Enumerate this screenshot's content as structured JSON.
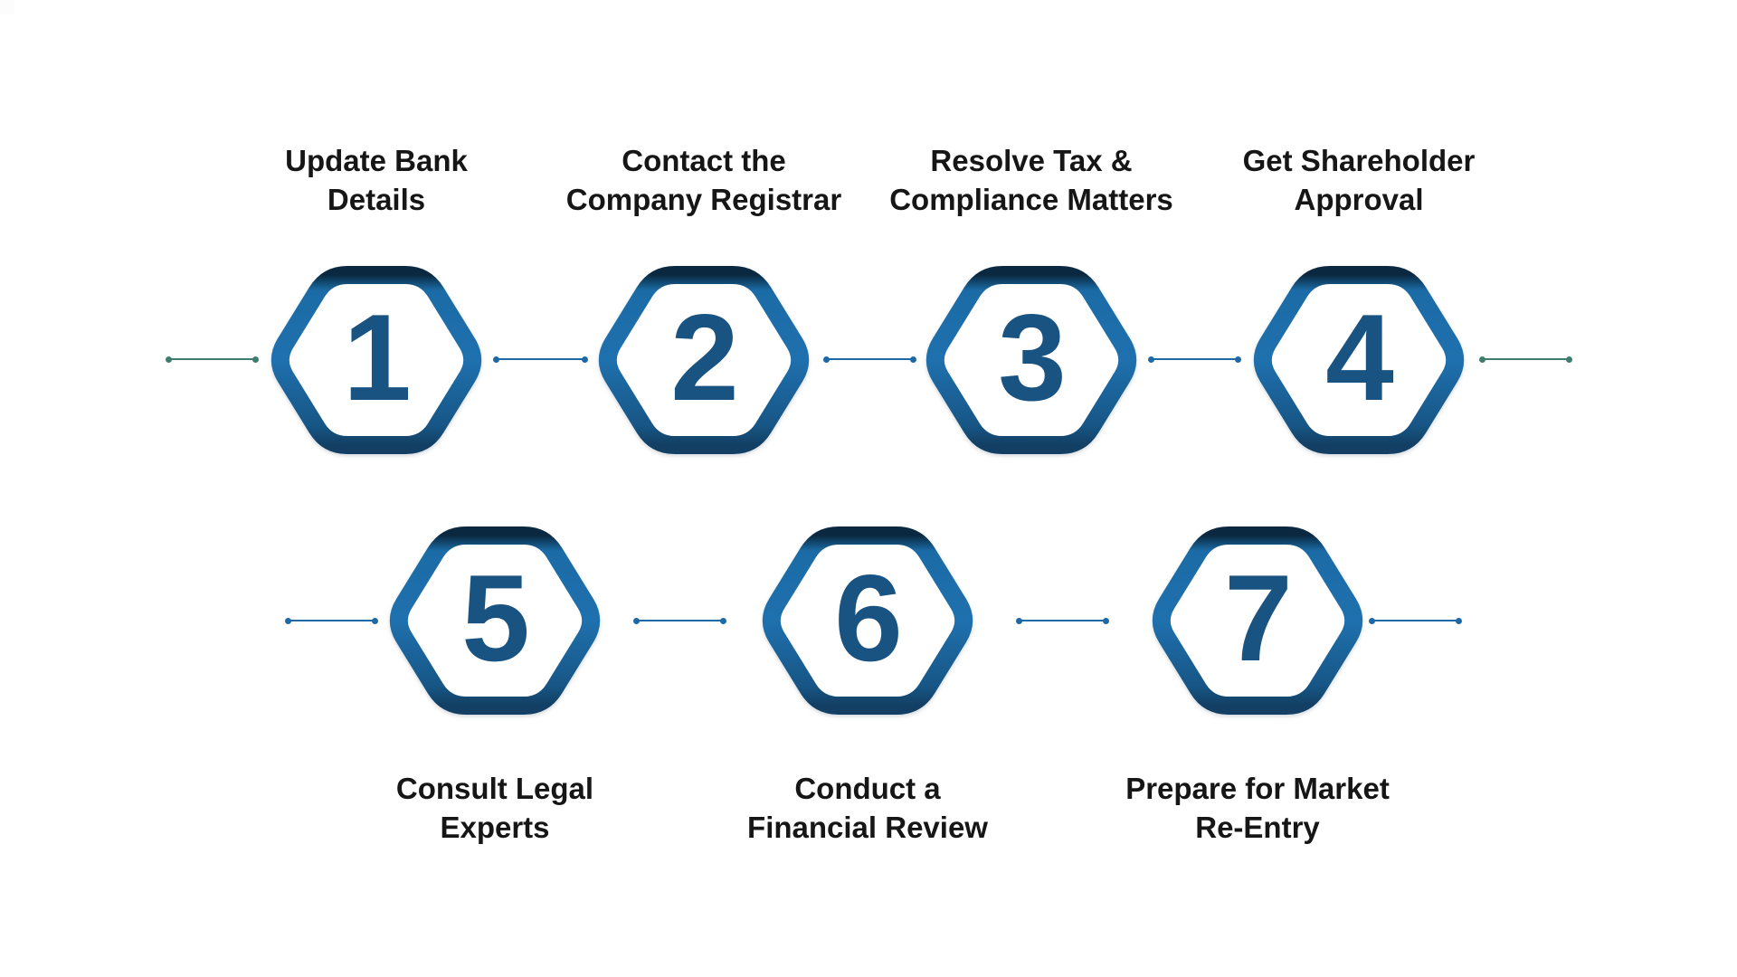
{
  "diagram": {
    "steps": [
      {
        "number": "1",
        "label": "Update Bank Details",
        "line1": "Update Bank",
        "line2": "Details"
      },
      {
        "number": "2",
        "label": "Contact the Company Registrar",
        "line1": "Contact the",
        "line2": "Company Registrar"
      },
      {
        "number": "3",
        "label": "Resolve Tax & Compliance Matters",
        "line1": "Resolve Tax &",
        "line2": "Compliance Matters"
      },
      {
        "number": "4",
        "label": "Get Shareholder Approval",
        "line1": "Get Shareholder",
        "line2": "Approval"
      },
      {
        "number": "5",
        "label": "Consult Legal Experts",
        "line1": "Consult Legal",
        "line2": "Experts"
      },
      {
        "number": "6",
        "label": "Conduct a Financial Review",
        "line1": "Conduct a",
        "line2": "Financial Review"
      },
      {
        "number": "7",
        "label": "Prepare for Market Re-Entry",
        "line1": "Prepare for Market",
        "line2": "Re-Entry"
      }
    ],
    "colors": {
      "background": "#ffffff",
      "hexagon_fill": "#ffffff",
      "hexagon_border_dark": "#0a2940",
      "hexagon_border_main": "#1f70ae",
      "hexagon_border_low": "#123f63",
      "number_text": "#185381",
      "label_text": "#161616",
      "connector_blue": "#1c69a6",
      "connector_teal": "#3f7e6e",
      "corner_square": "#fcfcfd"
    }
  }
}
